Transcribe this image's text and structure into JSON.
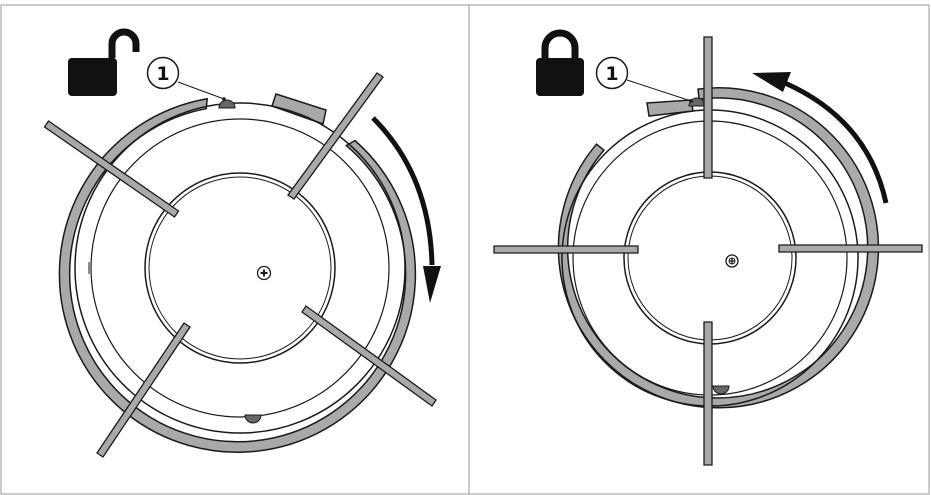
{
  "panels": [
    {
      "state": "unlocked",
      "lock_icon": "open-padlock-icon",
      "callout_label": "1",
      "rotation": "clockwise",
      "leg_count": 4
    },
    {
      "state": "locked",
      "lock_icon": "closed-padlock-icon",
      "callout_label": "1",
      "rotation": "counter-clockwise",
      "leg_count": 4
    }
  ],
  "colors": {
    "outline": "#1a1a1a",
    "ring_fill": "#a9a9a9",
    "arrow": "#111111",
    "frame": "#999999"
  }
}
